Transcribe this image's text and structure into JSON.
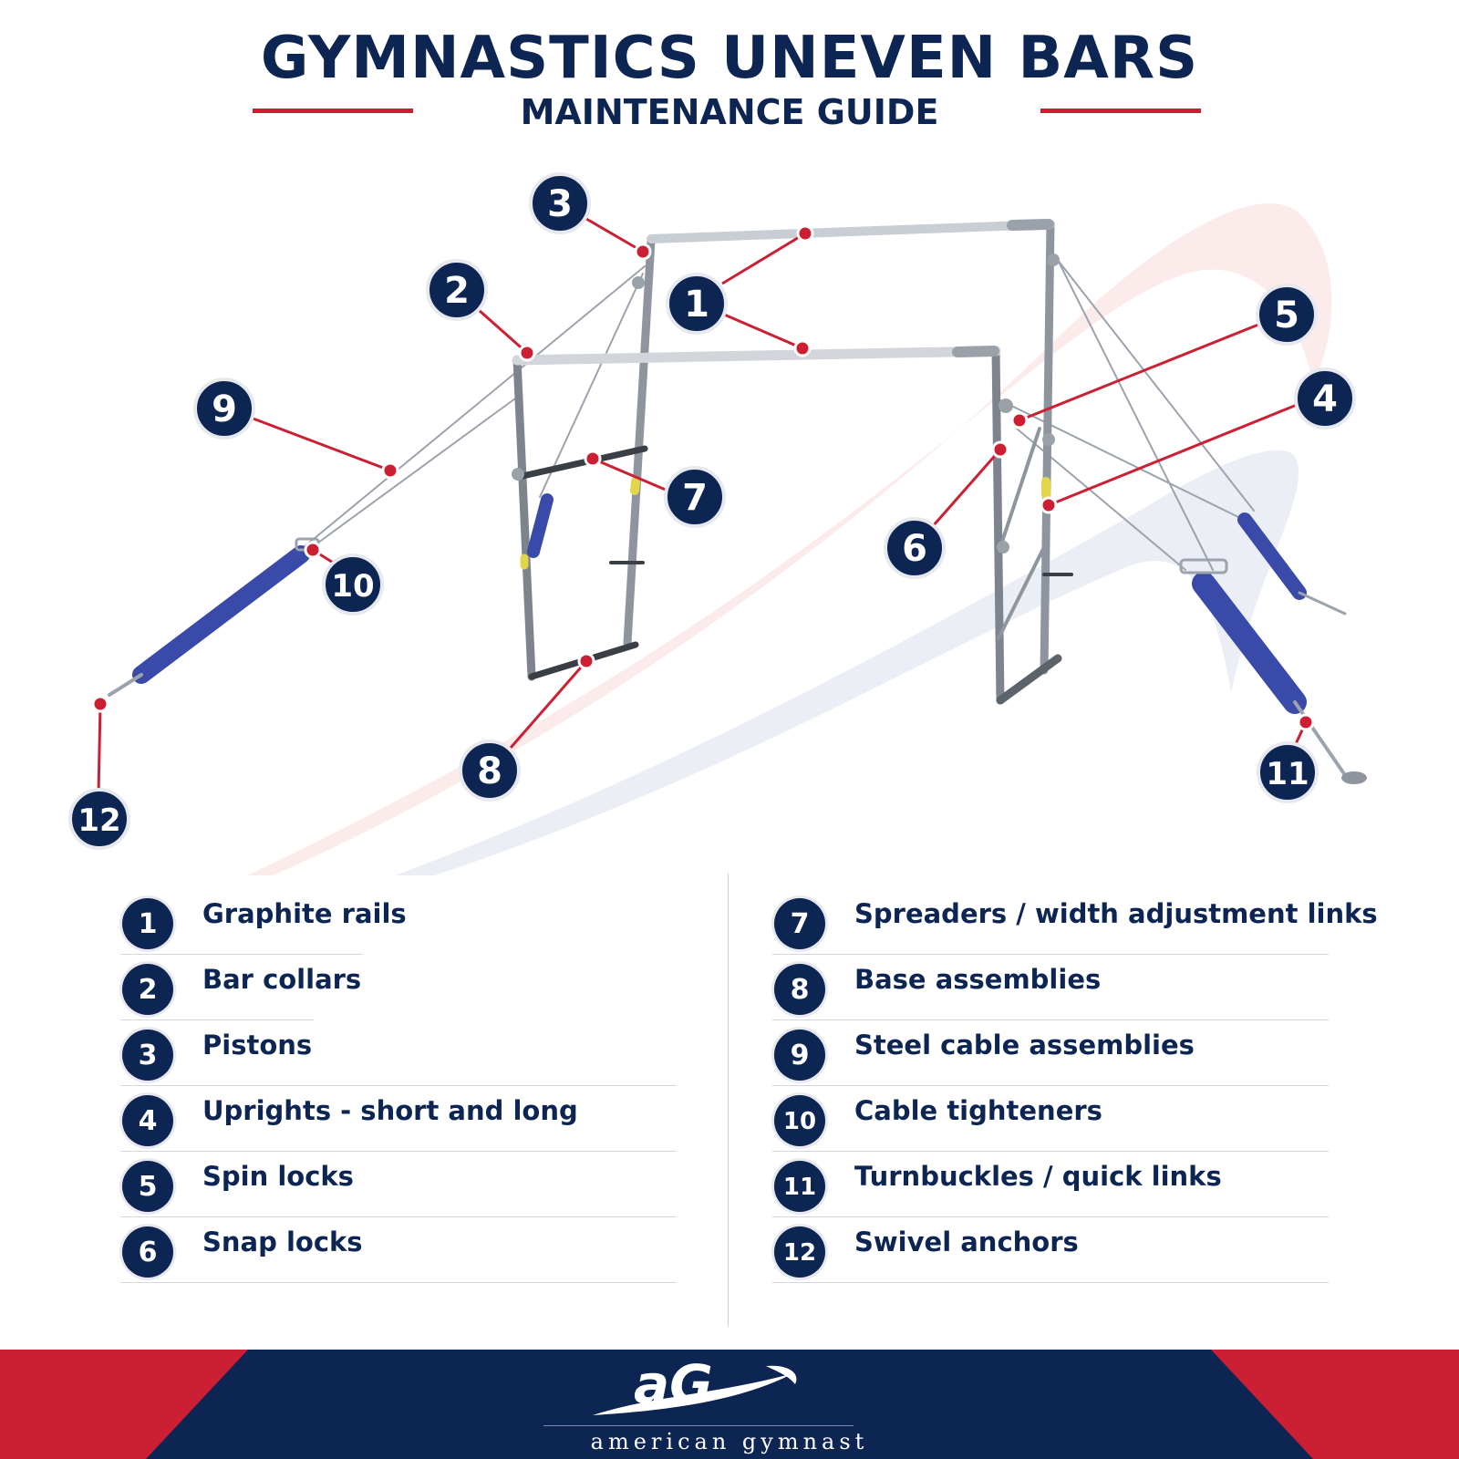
{
  "header": {
    "title": "GYMNASTICS UNEVEN BARS",
    "subtitle": "MAINTENANCE GUIDE"
  },
  "colors": {
    "navy": "#0d2552",
    "red": "#cc1f33",
    "white": "#ffffff"
  },
  "callouts": [
    "1",
    "2",
    "3",
    "4",
    "5",
    "6",
    "7",
    "8",
    "9",
    "10",
    "11",
    "12"
  ],
  "legend": {
    "left": [
      {
        "num": "1",
        "label": "Graphite rails"
      },
      {
        "num": "2",
        "label": "Bar collars"
      },
      {
        "num": "3",
        "label": "Pistons"
      },
      {
        "num": "4",
        "label": "Uprights - short and long"
      },
      {
        "num": "5",
        "label": "Spin locks"
      },
      {
        "num": "6",
        "label": "Snap locks"
      }
    ],
    "right": [
      {
        "num": "7",
        "label": "Spreaders / width adjustment links"
      },
      {
        "num": "8",
        "label": "Base assemblies"
      },
      {
        "num": "9",
        "label": "Steel cable assemblies"
      },
      {
        "num": "10",
        "label": "Cable tighteners"
      },
      {
        "num": "11",
        "label": "Turnbuckles / quick links"
      },
      {
        "num": "12",
        "label": "Swivel anchors"
      }
    ]
  },
  "footer": {
    "logo_mark": "aG",
    "brand_name": "american gymnast"
  }
}
